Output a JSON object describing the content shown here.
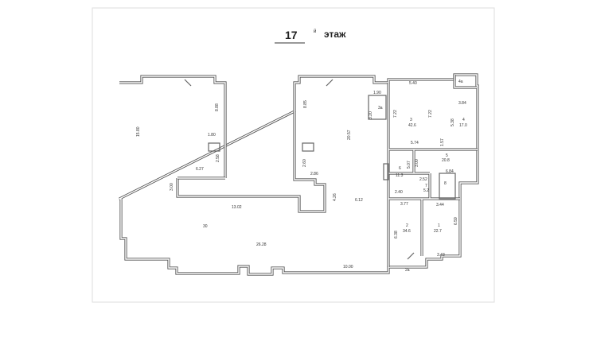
{
  "header": {
    "floor_number": "17",
    "floor_suffix": "й",
    "floor_word": "этаж"
  },
  "labels": {
    "d_15_80": "15.80",
    "d_8_88": "8.88",
    "d_1_80": "1.80",
    "d_2_58": "2.58",
    "d_6_27": "6.27",
    "d_3_00": "3.00",
    "d_13_02": "13.02",
    "room_30": "30",
    "d_26_28": "26.28",
    "d_8_85": "8.85",
    "d_2_60": "2.60",
    "d_2_86": "2.86",
    "d_4_26": "4.26",
    "d_20_57": "20.57",
    "d_6_12": "6.12",
    "d_10_00": "10.00",
    "d_1_90": "1.90",
    "d_3_20": "3.20",
    "room_3a": "3a",
    "d_5_40": "5.40",
    "room_4a": "4a",
    "d_3_84": "3.84",
    "d_7_22a": "7.22",
    "room_3": "3",
    "area_3": "42.6",
    "d_7_22b": "7.22",
    "d_5_38": "5.38",
    "room_4": "4",
    "area_4": "17.0",
    "d_5_74": "5.74",
    "d_1_57": "1.57",
    "room_5": "5",
    "area_5": "20.8",
    "d_6_84": "6.84",
    "d_3_00b": "3.00",
    "room_6": "6",
    "area_6": "11.3",
    "d_5_07": "5.07",
    "d_2_52": "2.52",
    "d_2_40": "2.40",
    "room_7": "7",
    "area_7": "5.2",
    "room_8": "8",
    "d_3_77": "3.77",
    "d_3_44": "3.44",
    "room_2": "2",
    "area_2": "34.6",
    "room_1": "1",
    "area_1": "22.7",
    "d_6_59": "6.59",
    "d_6_38": "6.38",
    "d_3_43": "3.43",
    "room_2a": "2a"
  }
}
